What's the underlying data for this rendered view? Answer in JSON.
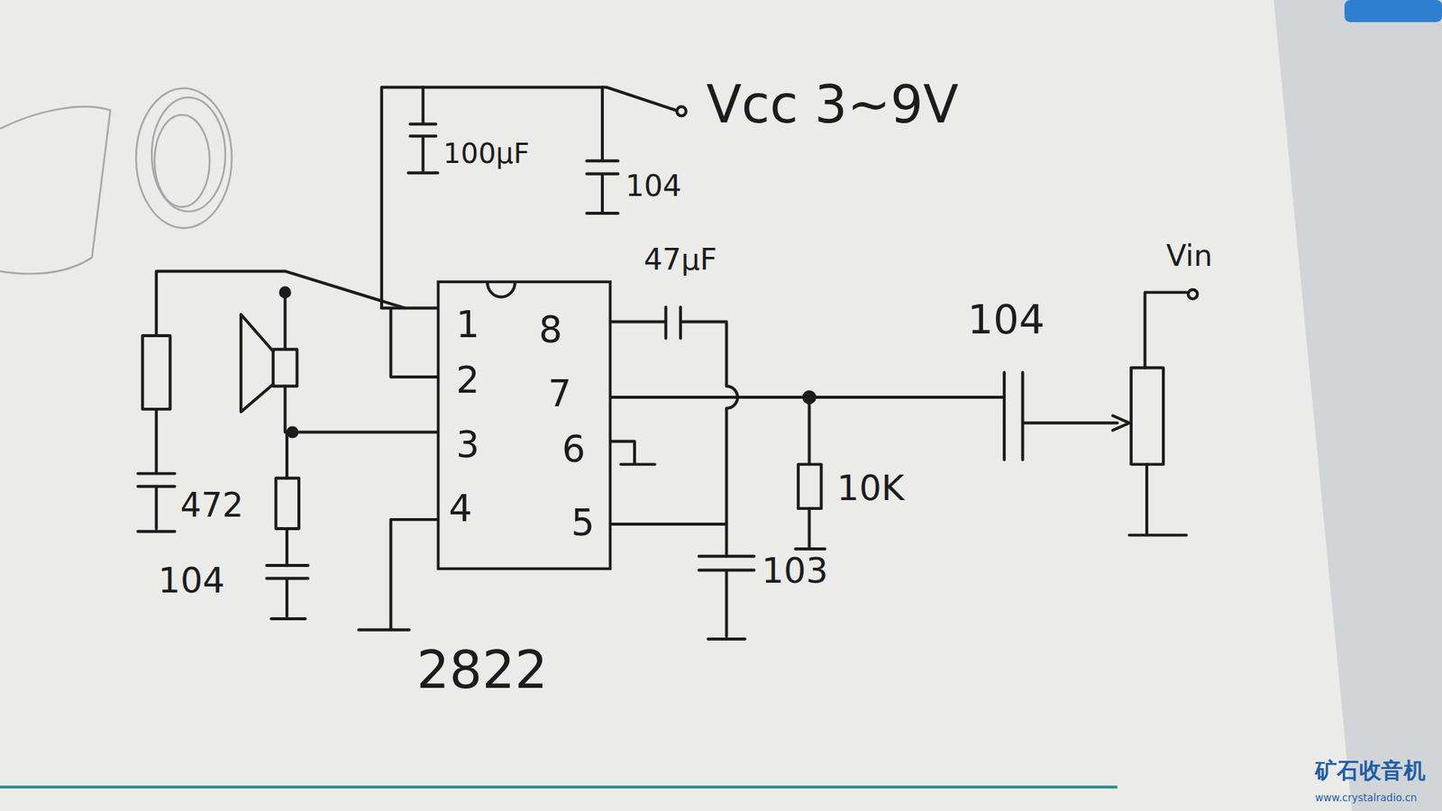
{
  "diagram": {
    "nodes": [
      {
        "text": [
          "1",
          "8",
          "2",
          "7",
          "3",
          "6",
          "4",
          "5",
          "2822"
        ]
      }
    ],
    "labels": [
      "Vcc 3~9V",
      "100μF",
      "104",
      "47μF",
      "104",
      "Vin",
      "10K",
      "103",
      "472",
      "104",
      "矿石收音机",
      "www.crystalradio.cn"
    ]
  }
}
